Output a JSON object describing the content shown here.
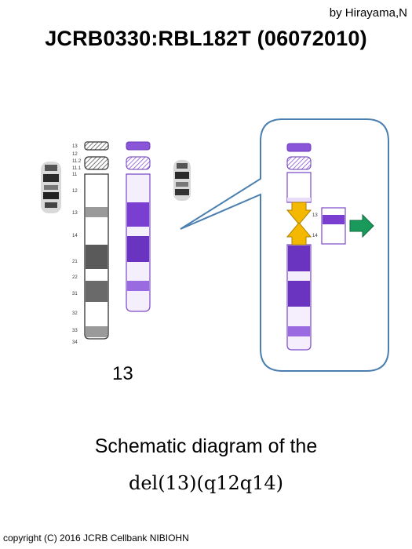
{
  "header": {
    "author": "by Hirayama,N",
    "title": "JCRB0330:RBL182T (06072010)"
  },
  "ideogram": {
    "chromosome_number": "13",
    "band_labels": [
      "13",
      "12",
      "11.2",
      "11.1",
      "11",
      "12",
      "13",
      "14",
      "21",
      "22",
      "31",
      "32",
      "33",
      "34"
    ]
  },
  "inset": {
    "band_labels": [
      "13",
      "14"
    ],
    "colors": {
      "deleted_arrow": "#1a9a5a",
      "breakpoint_arrows": "#f5b800",
      "purple": "#7a3fd0"
    }
  },
  "caption": {
    "line1": "Schematic diagram of the",
    "line2": "del(13)(q12q14)"
  },
  "footer": {
    "copyright": "copyright (C) 2016 JCRB Cellbank NIBIOHN"
  }
}
